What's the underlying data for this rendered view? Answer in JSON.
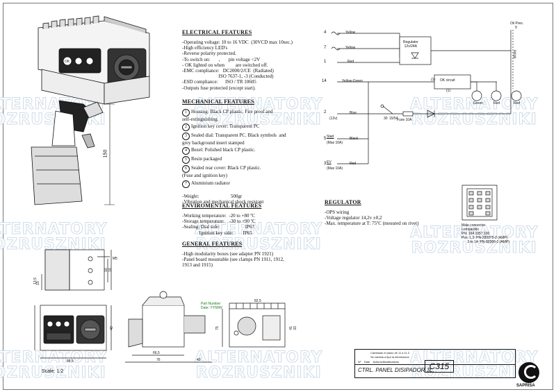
{
  "electrical": {
    "title": "ELECTRICAL FEATURES",
    "lines": [
      "-Operating voltage: 10 to 16 VDC  (30VCD max 10sec.)",
      "-High efficiency LED's",
      "-Reverse polarity protected.",
      "-To switch on:       ,       pin voltage <2V",
      "",
      "- OK lighted on when         are switched off.",
      "-EMC compliance:   DC2000/2/CE  (Radiated)",
      "                              ISO 7637-1, -3 (Conducted)",
      "-ESD compliance:      ISO / TR 10605",
      "-Outputs fuse protected (except start)."
    ]
  },
  "mechanical": {
    "title": "MECHANICAL FEATURES",
    "items": [
      {
        "n": "1",
        "text": "Housing: Black CP plastic. Fire proof and\nself-extinguishing."
      },
      {
        "n": "2",
        "text": "Ignition key cover: Transparent PC"
      },
      {
        "n": "3",
        "text": "Sealed dial: Transparent PC. Black symbols  and\ngrey background insert stamped"
      },
      {
        "n": "4",
        "text": "Bezel: Polished black CP plastic."
      },
      {
        "n": "5",
        "text": "Resin packaged"
      },
      {
        "n": "6",
        "text": "Sealed rear cover: Black CP plastic.\n(Fuse and ignition key)"
      },
      {
        "n": "7",
        "text": "Aluminium radiator"
      }
    ],
    "weight": "-Weight:                          500gr",
    "vibration": "-Vibration and mechanical shock resistant"
  },
  "environmental": {
    "title": "ENVIROMENTAL FEATURES",
    "lines": [
      "-Working temperature:  -20 to +80 ºC",
      "-Storage temperature:    -30 to +90 ºC",
      "-Sealing: Dial side:                     IP67",
      "              Ignition key side:        IP65"
    ]
  },
  "general": {
    "title": "GENERAL FEATURES",
    "lines": [
      "-High modularity boxes (see adapter PN 1921)",
      "-Panel board mountable (see clamps PN 1911, 1912,",
      "1913 and 1915)"
    ]
  },
  "regulator": {
    "title": "REGULATOR",
    "lines": [
      "-OPS wiring",
      "-Voltage regulator 14,2v ±0,2",
      "-Max. temperature at T: 75ºC (mesured on rivet)"
    ]
  },
  "connector": {
    "lines": [
      "Male connector",
      "Lombardini",
      "PN: 104.1957.100",
      "Pos. 1,2: PN-280075-2 (AMP)",
      "      3 to 14: PN-82066-2 (AMP)"
    ]
  },
  "schematic": {
    "pins": [
      {
        "n": "4",
        "label": "Yellow"
      },
      {
        "n": "7",
        "label": "Yellow"
      },
      {
        "n": "1",
        "label": "Red"
      },
      {
        "n": "14",
        "label": "Yellow-Green"
      },
      {
        "n": "2",
        "label": "Blue"
      },
      {
        "n": "5",
        "label": "Black"
      },
      {
        "n": "3",
        "label": "Red"
      }
    ],
    "regulator_box": "Regulator\n12v/24A",
    "ok_box": "OK circuit",
    "oil_pres": "Oil Pres.",
    "oil_pin": "9",
    "white": "White",
    "batt": "(12v)",
    "start": "Start",
    "start_max": "(Max 10A)",
    "ev": "EV",
    "ev_max": "(Max 10A)",
    "fuse": "Fuse 10A",
    "green": "Green",
    "red": "Red",
    "red2": "Red",
    "sw_a": "30",
    "sw_b": "15/54",
    "node1": "(1)",
    "node2": "(1)"
  },
  "drawing": {
    "dim_150": "150",
    "m5": "M5",
    "d13_5": "13,5",
    "d15": "15",
    "d16": "16",
    "d18": "18",
    "d49": "49",
    "d88_5": "88,5",
    "d75": "75",
    "d66_5": "66,5",
    "d76": "76",
    "d40": "40",
    "d82_5": "82,5",
    "d33": "33",
    "d15b": "1,5",
    "d41": "41",
    "part_number": "Part Number",
    "date": "Date: YY/WW",
    "scale": "Scale: 1:2"
  },
  "titleblock": {
    "title": "CTRL. PANEL DISIPADOR 3L.",
    "code": "C315",
    "brand": "SAPRISA",
    "revs": [
      "Cambiado el plano de 11 a 11.2",
      "Se cambia a tipo la informacion"
    ],
    "header": "Nº    Date    Actions/Modifications"
  },
  "watermark": [
    "ALTERNATORY",
    "ROZRUSZNIKI"
  ]
}
